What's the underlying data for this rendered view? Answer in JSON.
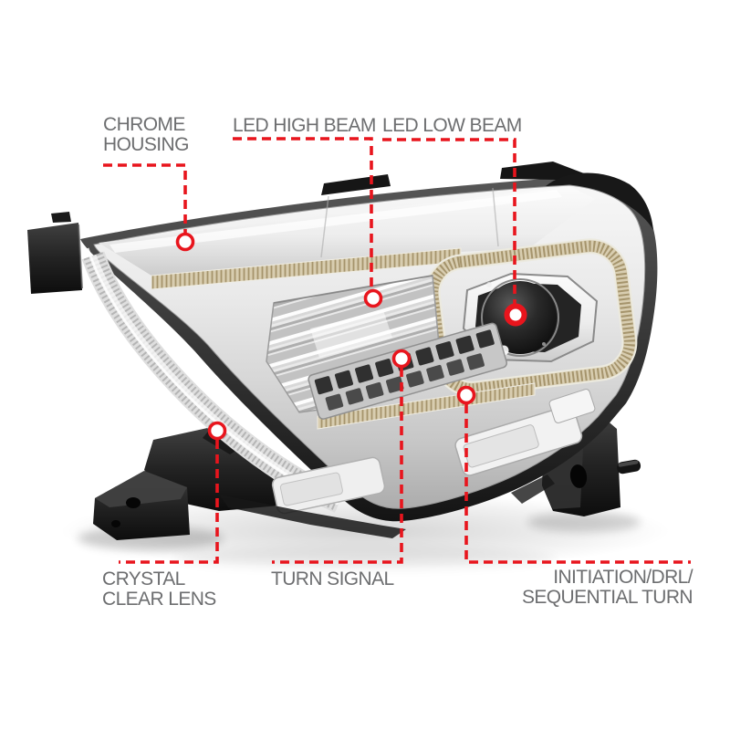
{
  "colors": {
    "background": "#ffffff",
    "accent_red": "#e8151d",
    "label_gray": "#6d6e70",
    "amber_strip": "#d8cdb0",
    "chrome_silver": "#d7d7d7",
    "bracket_black": "#1e1e1e"
  },
  "callouts": {
    "chrome_housing": {
      "line1": "CHROME",
      "line2": "HOUSING"
    },
    "led_high_beam": {
      "line1": "LED HIGH BEAM"
    },
    "led_low_beam": {
      "line1": "LED LOW BEAM"
    },
    "crystal_clear_lens": {
      "line1": "CRYSTAL",
      "line2": "CLEAR LENS"
    },
    "turn_signal": {
      "line1": "TURN SIGNAL"
    },
    "initiation_drl_sequential_turn": {
      "line1": "INITIATION/DRL/",
      "line2": "SEQUENTIAL TURN"
    }
  }
}
